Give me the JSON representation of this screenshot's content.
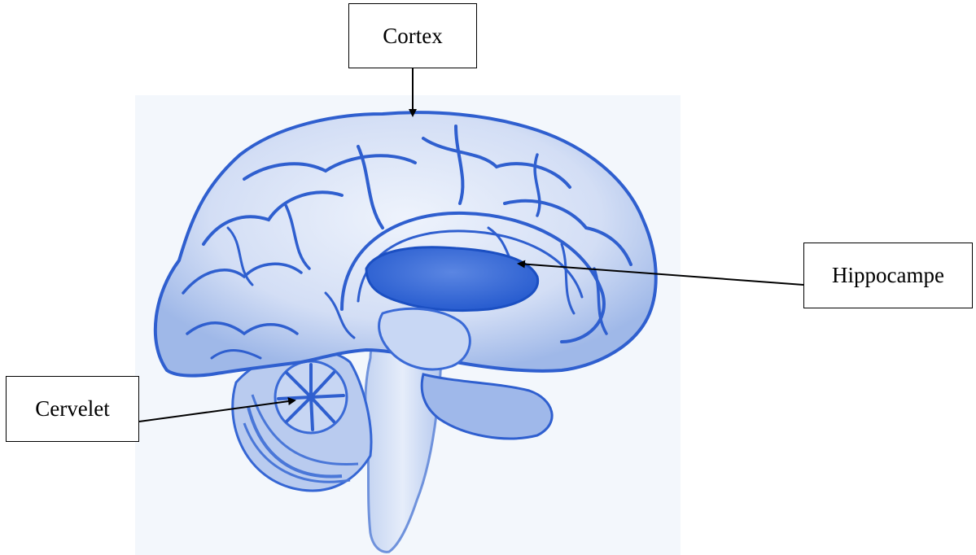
{
  "labels": {
    "cortex": "Cortex",
    "hippocampe": "Hippocampe",
    "cervelet": "Cervelet"
  },
  "colors": {
    "illustration_background": "#f3f7fc",
    "brain_light": "#dfe8f8",
    "brain_mid": "#a9c0ec",
    "brain_line": "#2f5fcf",
    "ventricle": "#2a62d6",
    "arrow": "#000000",
    "box_border": "#000000"
  }
}
